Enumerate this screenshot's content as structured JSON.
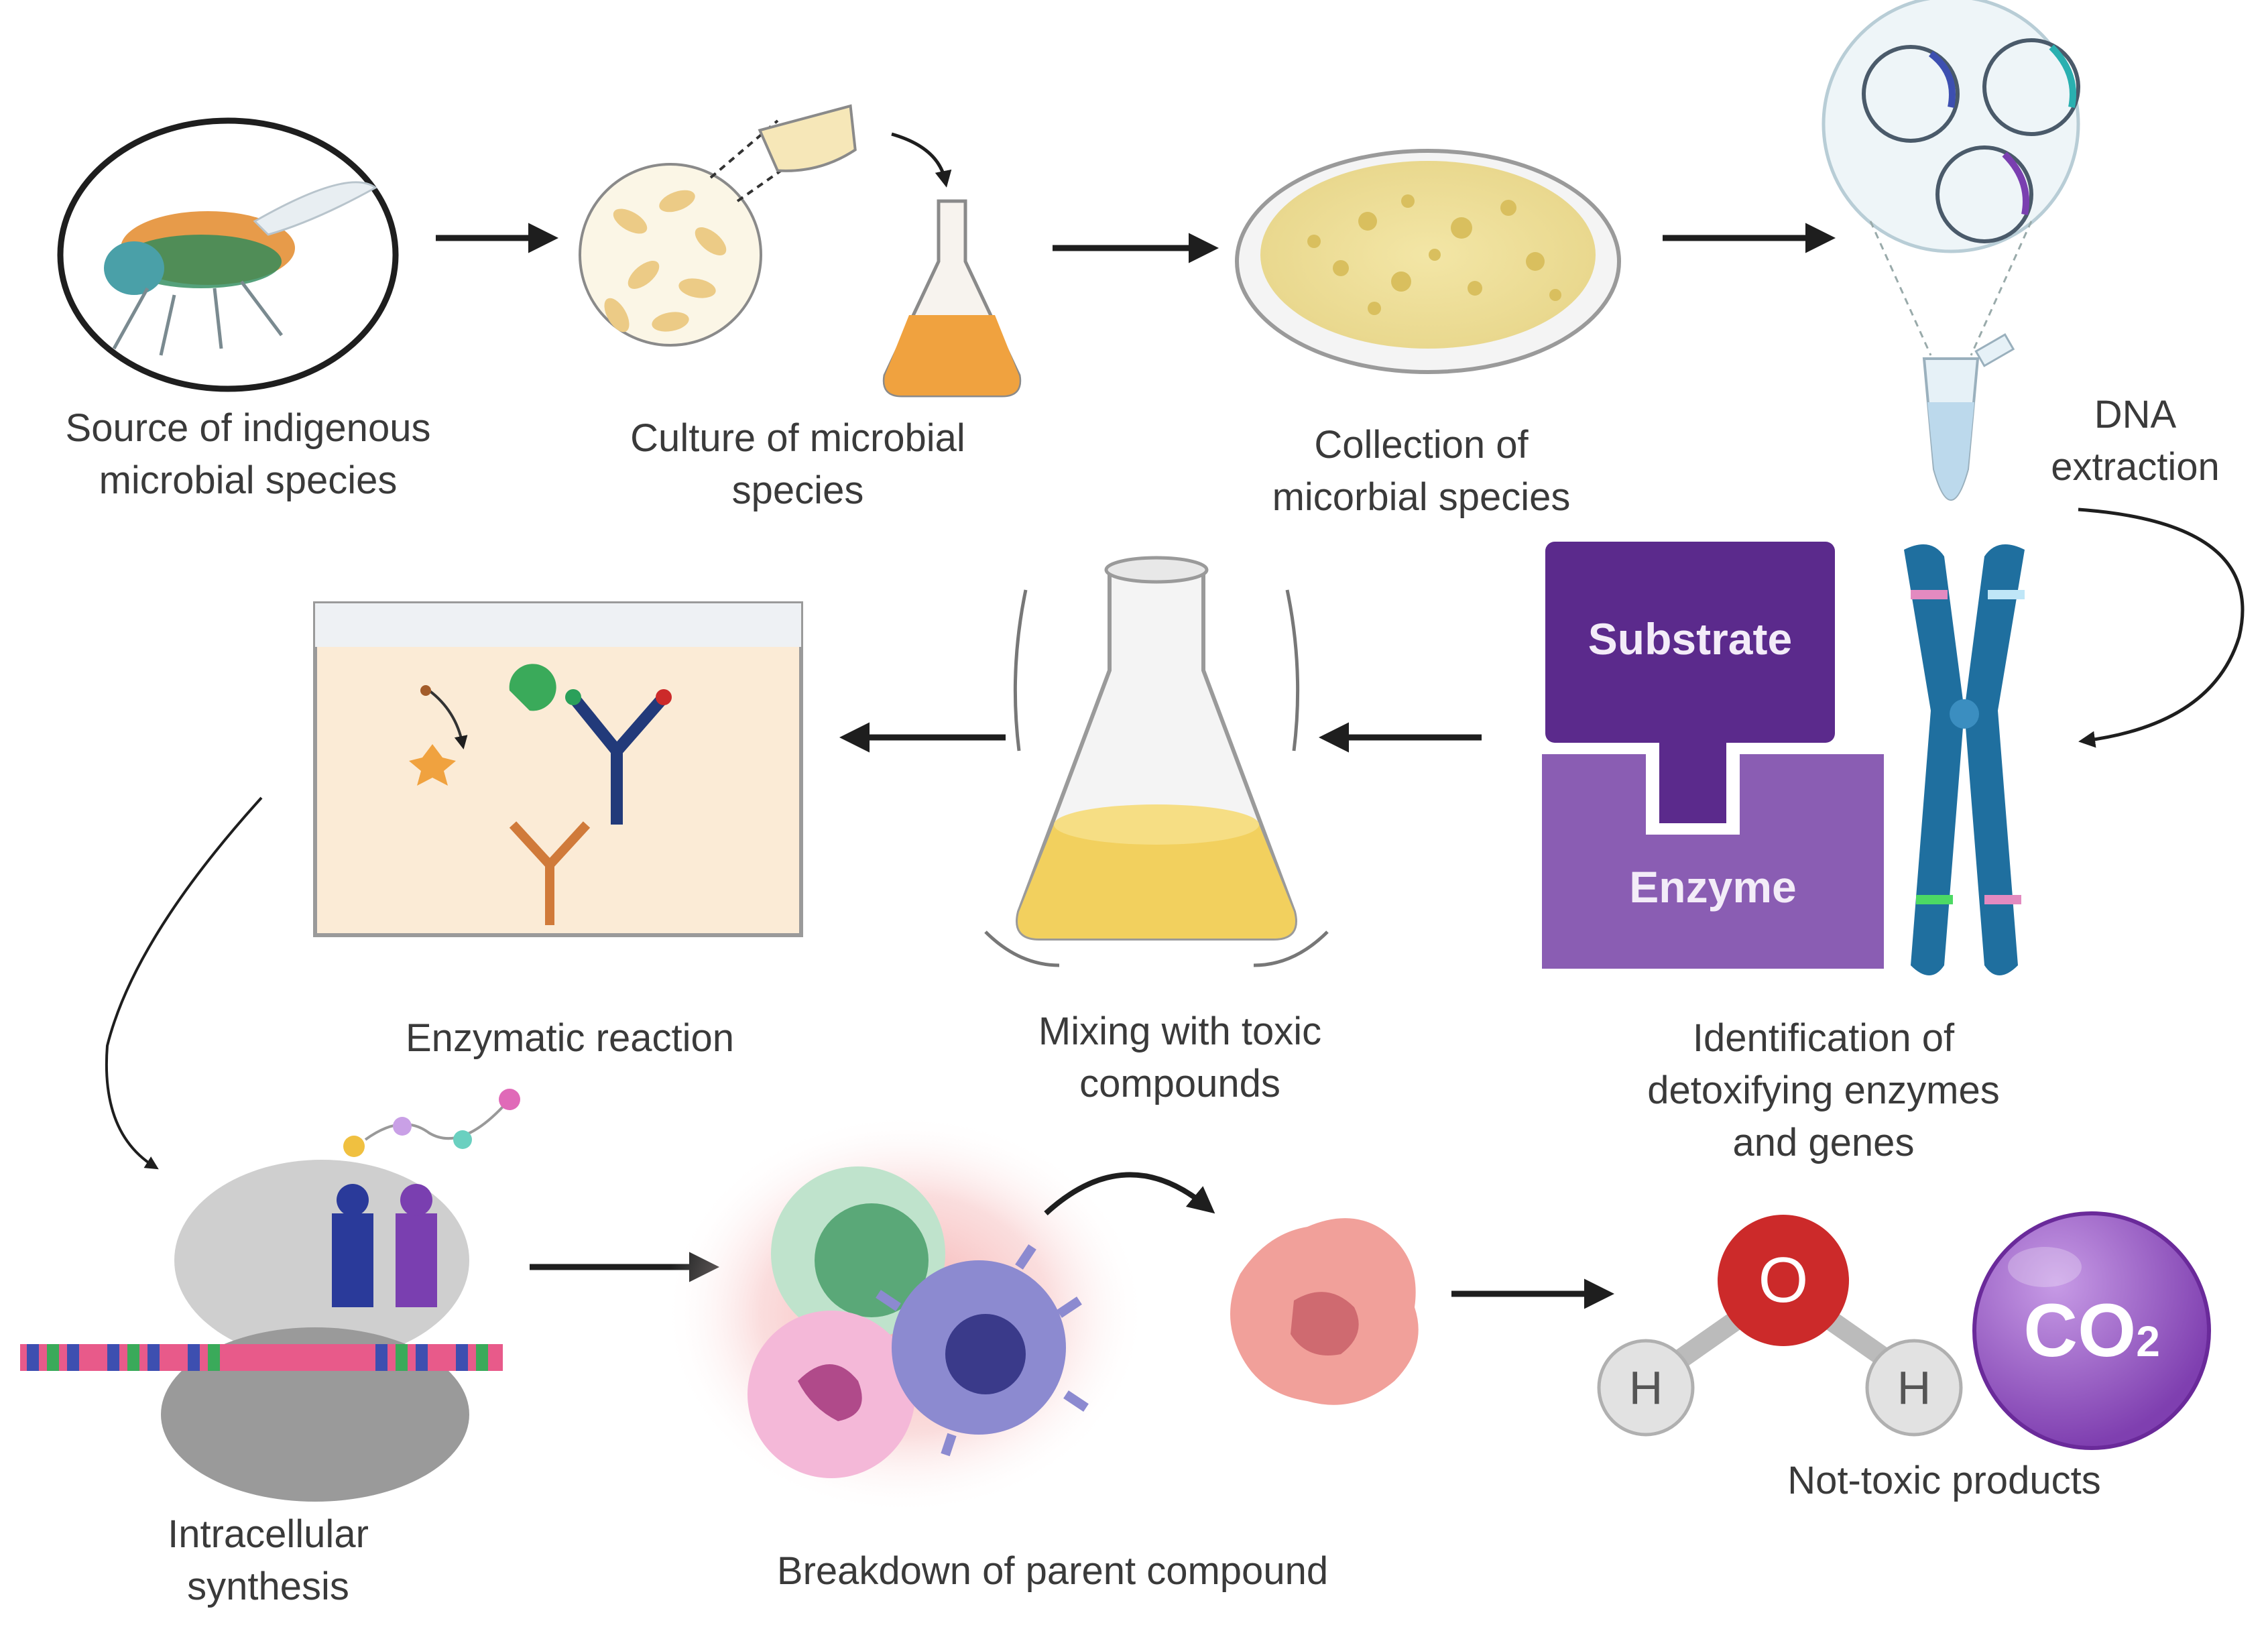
{
  "steps": {
    "source": {
      "line1": "Source of indigenous",
      "line2": "microbial species"
    },
    "culture": {
      "line1": "Culture of microbial",
      "line2": "species"
    },
    "collection": {
      "line1": "Collection of",
      "line2": "micorbial  species"
    },
    "dna": {
      "line1": "DNA",
      "line2": "extraction"
    },
    "identification": {
      "line1": "Identification of",
      "line2": "detoxifying enzymes",
      "line3": "and genes"
    },
    "mixing": {
      "line1": "Mixing with toxic",
      "line2": "compounds"
    },
    "enzymatic": {
      "line1": "Enzymatic reaction"
    },
    "synthesis": {
      "line1": "Intracellular",
      "line2": "synthesis"
    },
    "breakdown": {
      "line1": "Breakdown of parent compound"
    },
    "products": {
      "line1": "Not-toxic products"
    }
  },
  "blocks": {
    "substrate": "Substrate",
    "enzyme": "Enzyme"
  },
  "molecules": {
    "oxygen": "O",
    "hydrogen_left": "H",
    "hydrogen_right": "H",
    "co2": "CO",
    "co2_subscript": "2"
  },
  "colors": {
    "arrow": "#1e1e1e",
    "substrate": "#5b2a8c",
    "enzyme": "#8a5db3",
    "chromosome": "#1f6f9f",
    "culture_yellow": "#e8c96a",
    "flask_orange": "#f0a23f",
    "oxygen_red": "#cc2a2a",
    "co2_purple": "#9b5fc4"
  },
  "icons": [
    "insect-icon",
    "bacteria-icon",
    "flask-icon",
    "petri-dish-icon",
    "plasmid-icon",
    "tube-icon",
    "chromosome-icon",
    "beaker-icon",
    "antibody-icon",
    "ribosome-icon",
    "immune-cell-icon",
    "water-molecule-icon",
    "co2-icon"
  ]
}
